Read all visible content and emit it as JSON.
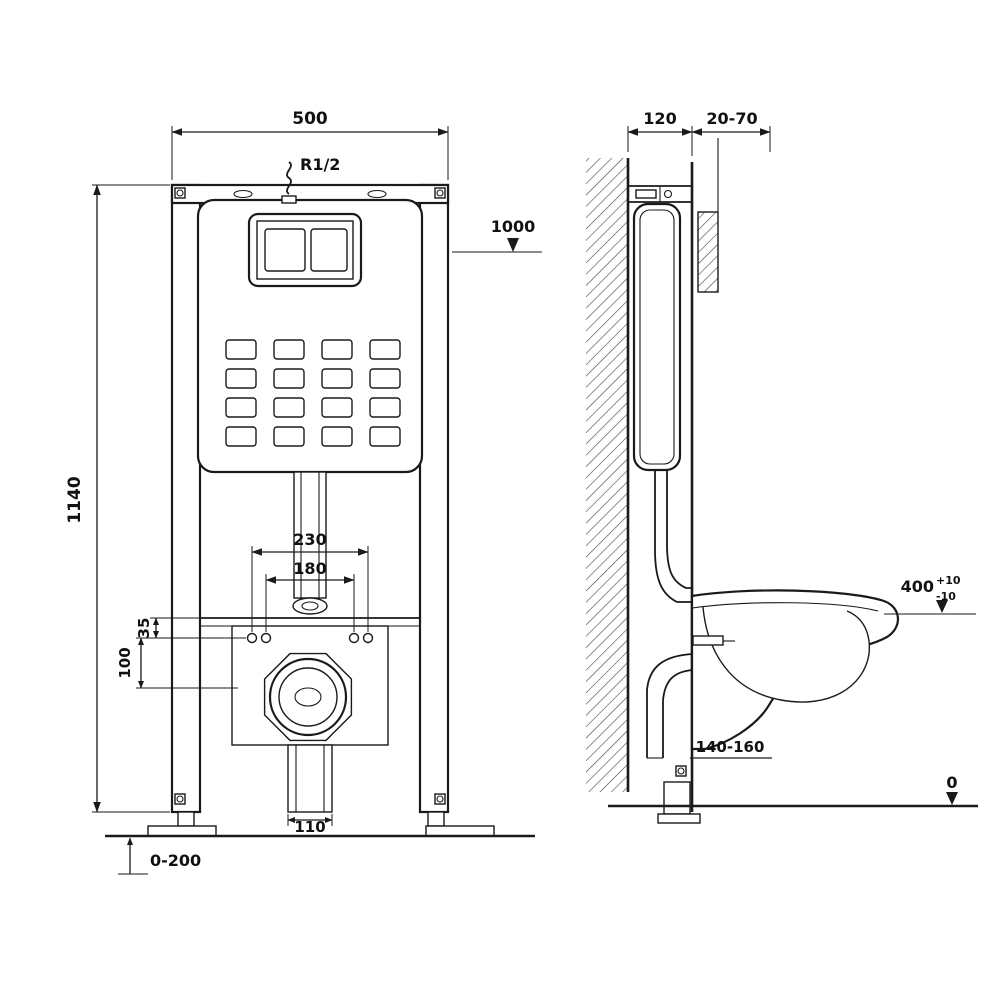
{
  "colors": {
    "ink": "#1a1a1a",
    "background": "#ffffff"
  },
  "labels": {
    "front_width": "500",
    "inlet_thread": "R1/2",
    "button_height": "1000",
    "total_height": "1140",
    "fixing_span_outer": "230",
    "fixing_span_inner": "180",
    "offset_small": "35",
    "offset_large": "100",
    "outlet_width": "110",
    "foot_adjust_range": "0-200",
    "frame_depth": "120",
    "wall_finish_range": "20-70",
    "bowl_height": "400",
    "bowl_height_tol_plus": "+10",
    "bowl_height_tol_minus": "-10",
    "outlet_height_range": "140-160",
    "floor_level": "0"
  }
}
